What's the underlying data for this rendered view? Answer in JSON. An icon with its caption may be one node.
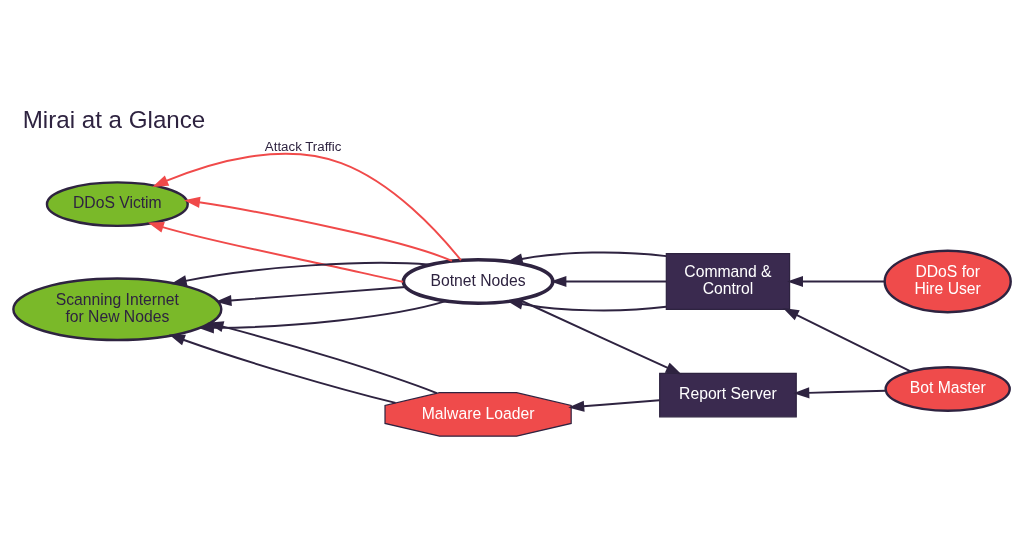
{
  "diagram": {
    "title": "Mirai at a Glance",
    "nodes": [
      {
        "text": [
          "Command & Control"
        ]
      },
      {
        "text": [
          "DDoS for Hire User"
        ]
      },
      {
        "text": [
          "Bot Master"
        ]
      },
      {
        "text": [
          "Botnet Nodes"
        ]
      },
      {
        "text": [
          "DDoS Victim"
        ]
      },
      {
        "text": [
          "Report Server"
        ]
      },
      {
        "text": [
          "Malware Loader"
        ]
      },
      {
        "text": [
          "Scanning Internet for New Nodes"
        ]
      }
    ],
    "edges": [
      {
        "from": 1,
        "to": 0,
        "arrow": "to"
      },
      {
        "from": 2,
        "to": 0,
        "arrow": "to"
      },
      {
        "from": 2,
        "to": 5,
        "arrow": "to"
      },
      {
        "from": 0,
        "to": 3,
        "arrow": "to"
      },
      {
        "from": 0,
        "to": 3,
        "arrow": "to"
      },
      {
        "from": 0,
        "to": 3,
        "arrow": "to"
      },
      {
        "from": 3,
        "to": 4,
        "arrow": "to",
        "label": "Attack Traffic",
        "color": "#f04a4a"
      },
      {
        "from": 3,
        "to": 4,
        "arrow": "to",
        "color": "#f04a4a"
      },
      {
        "from": 3,
        "to": 4,
        "arrow": "to",
        "color": "#f04a4a"
      },
      {
        "from": 3,
        "to": 5,
        "arrow": "to"
      },
      {
        "from": 3,
        "to": 7,
        "arrow": "to"
      },
      {
        "from": 3,
        "to": 7,
        "arrow": "to"
      },
      {
        "from": 3,
        "to": 7,
        "arrow": "to"
      },
      {
        "from": 5,
        "to": 6,
        "arrow": "to"
      },
      {
        "from": 6,
        "to": 7,
        "arrow": "to"
      },
      {
        "from": 6,
        "to": 7,
        "arrow": "to"
      }
    ]
  }
}
